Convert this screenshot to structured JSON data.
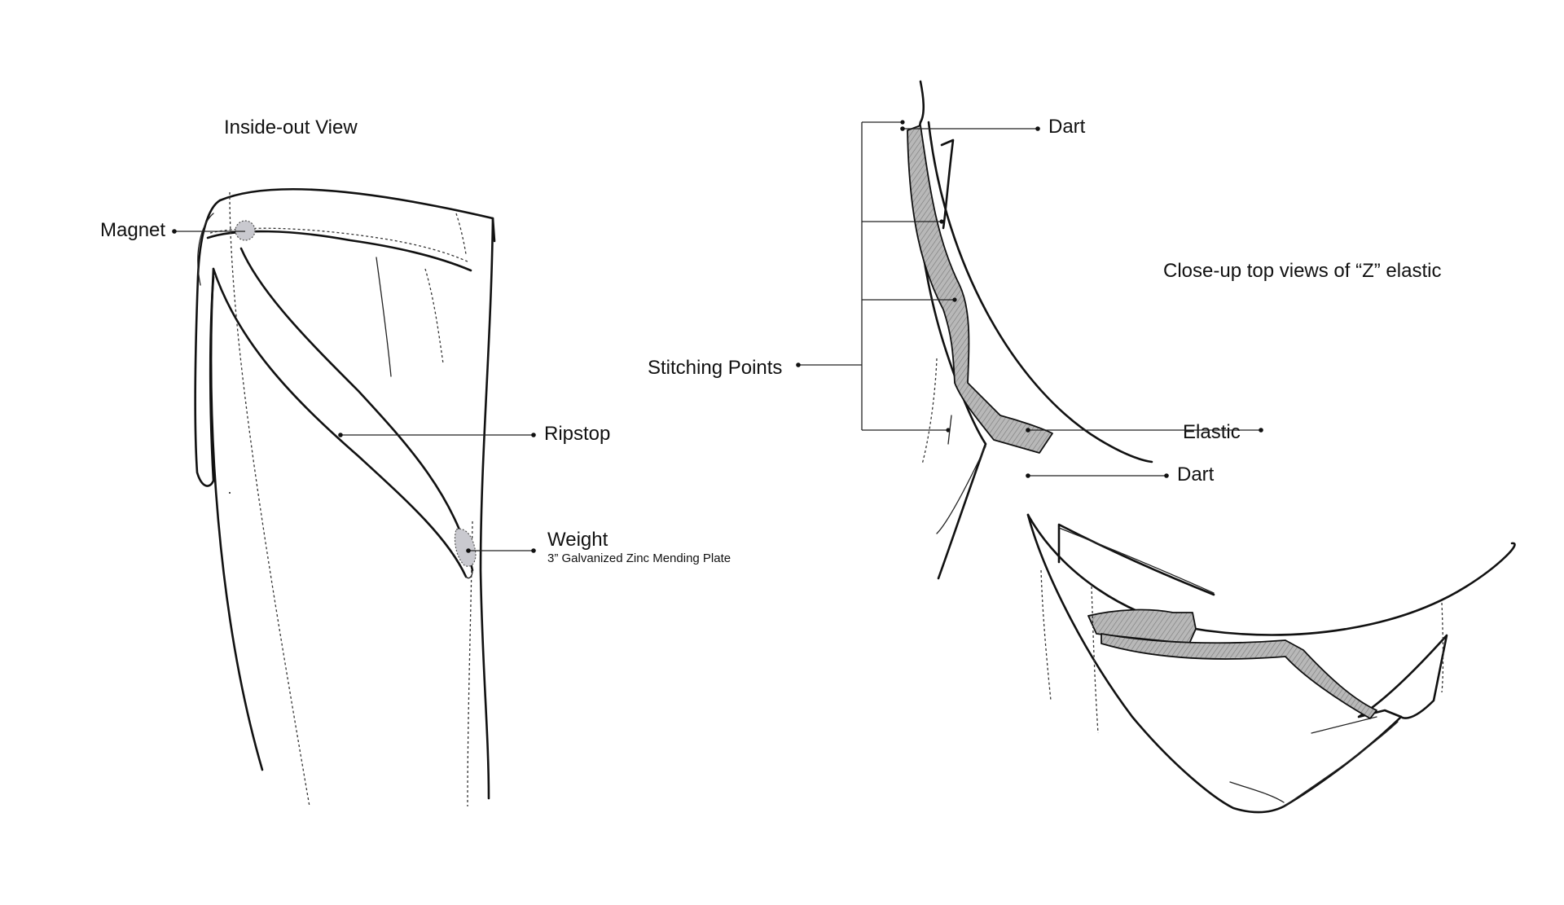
{
  "left_view": {
    "title": "Inside-out View",
    "labels": {
      "magnet": "Magnet",
      "ripstop": "Ripstop",
      "weight": "Weight",
      "weight_detail": "3” Galvanized Zinc Mending Plate"
    }
  },
  "right_view": {
    "title": "Close-up top views of “Z” elastic",
    "labels": {
      "dart_top": "Dart",
      "stitching_points": "Stitching Points",
      "elastic": "Elastic",
      "dart_bottom": "Dart"
    }
  },
  "colors": {
    "line": "#111111",
    "elastic_fill": "#b8b8b8",
    "hardware_fill": "#c9c9cf"
  }
}
